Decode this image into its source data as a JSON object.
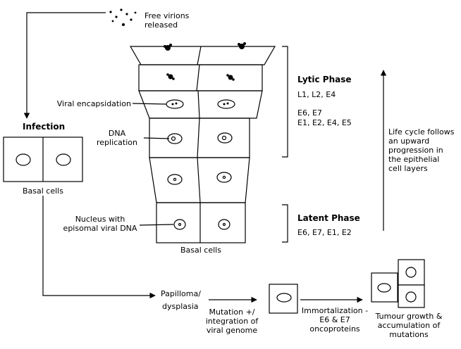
{
  "title": "",
  "left": {
    "virions_label_1": "Free virions",
    "virions_label_2": "released",
    "infection_label": "Infection",
    "basal_cells_label": "Basal cells"
  },
  "column": {
    "viral_encapsidation": "Viral encapsidation",
    "dna_replication_1": "DNA",
    "dna_replication_2": "replication",
    "nucleus_1": "Nucleus with",
    "nucleus_2": "episomal viral DNA",
    "basal_cells_label": "Basal cells"
  },
  "phases": {
    "lytic": {
      "title": "Lytic Phase",
      "genes_1": "L1, L2, E4",
      "genes_2": "E6, E7",
      "genes_3": "E1, E2, E4, E5"
    },
    "latent": {
      "title": "Latent Phase",
      "genes_1": "E6, E7, E1, E2"
    }
  },
  "lifecycle_note": [
    "Life cycle follows",
    "an upward",
    "progression in",
    "the epithelial",
    "cell layers"
  ],
  "progression": {
    "papilloma_1": "Papilloma/",
    "papilloma_2": "dysplasia",
    "mutation_1": "Mutation +/",
    "mutation_2": "integration of",
    "mutation_3": "viral genome",
    "immortal_1": "Immortalization -",
    "immortal_2": "E6 & E7",
    "immortal_3": "oncoproteins",
    "tumour_1": "Tumour growth &",
    "tumour_2": "accumulation of",
    "tumour_3": "mutations"
  },
  "colors": {
    "line": "#000000",
    "background": "#ffffff"
  }
}
